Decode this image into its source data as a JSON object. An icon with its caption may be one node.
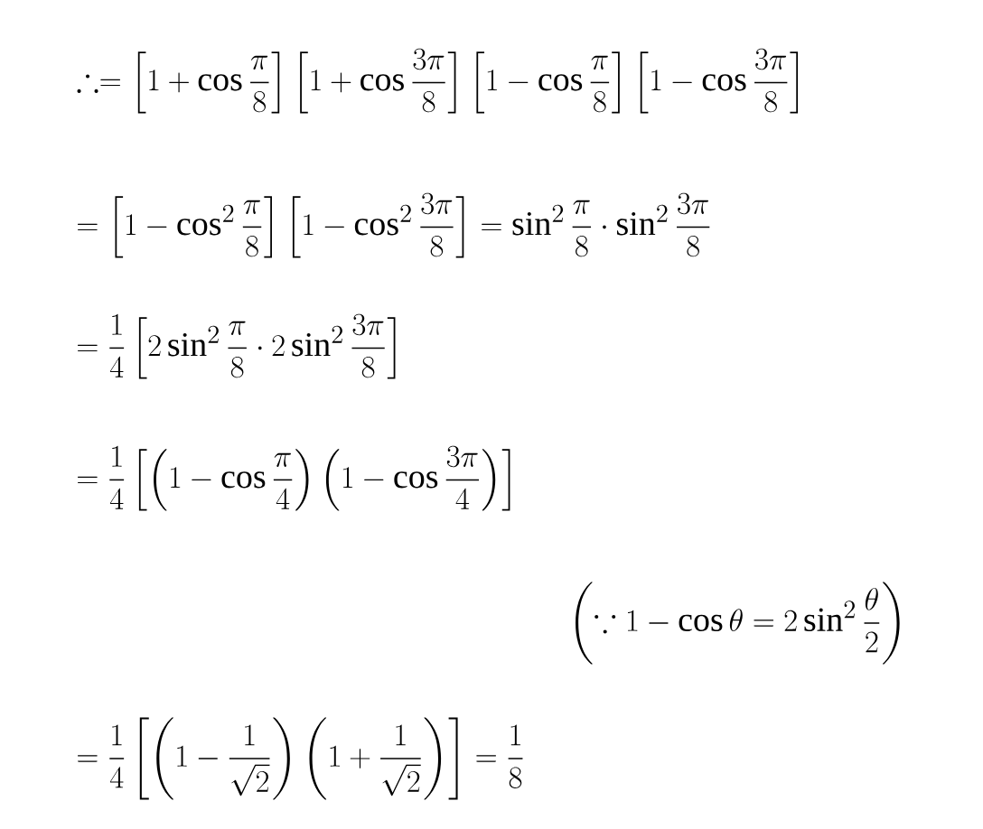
{
  "diagram": {
    "labels": [
      "\\therefore =\\left[1+\\cos\\frac{\\pi}{8}\\right]\\left[1+\\cos\\frac{3\\pi}{8}\\right]\\left[1-\\cos\\frac{\\pi}{8}\\right]\\left[1-\\cos\\frac{3\\pi}{8}\\right]",
      "=\\left[1-\\cos^2\\frac{\\pi}{8}\\right]\\left[1-\\cos^2\\frac{3\\pi}{8}\\right]=\\sin^2\\frac{\\pi}{8}\\cdot\\sin^2\\frac{3\\pi}{8}",
      "=\\frac{1}{4}\\left[2\\sin^2\\frac{\\pi}{8}\\cdot 2\\sin^2\\frac{3\\pi}{8}\\right]",
      "=\\frac{1}{4}\\left[\\left(1-\\cos\\frac{\\pi}{4}\\right)\\left(1-\\cos\\frac{3\\pi}{4}\\right)\\right]",
      "\\left(\\because 1-\\cos\\theta=2\\sin^2\\frac{\\theta}{2}\\right)",
      "=\\frac{1}{4}\\left[\\left(1-\\frac{1}{\\sqrt{2}}\\right)\\left(1+\\frac{1}{\\sqrt{2}}\\right)\\right]=\\frac{1}{8}"
    ]
  }
}
